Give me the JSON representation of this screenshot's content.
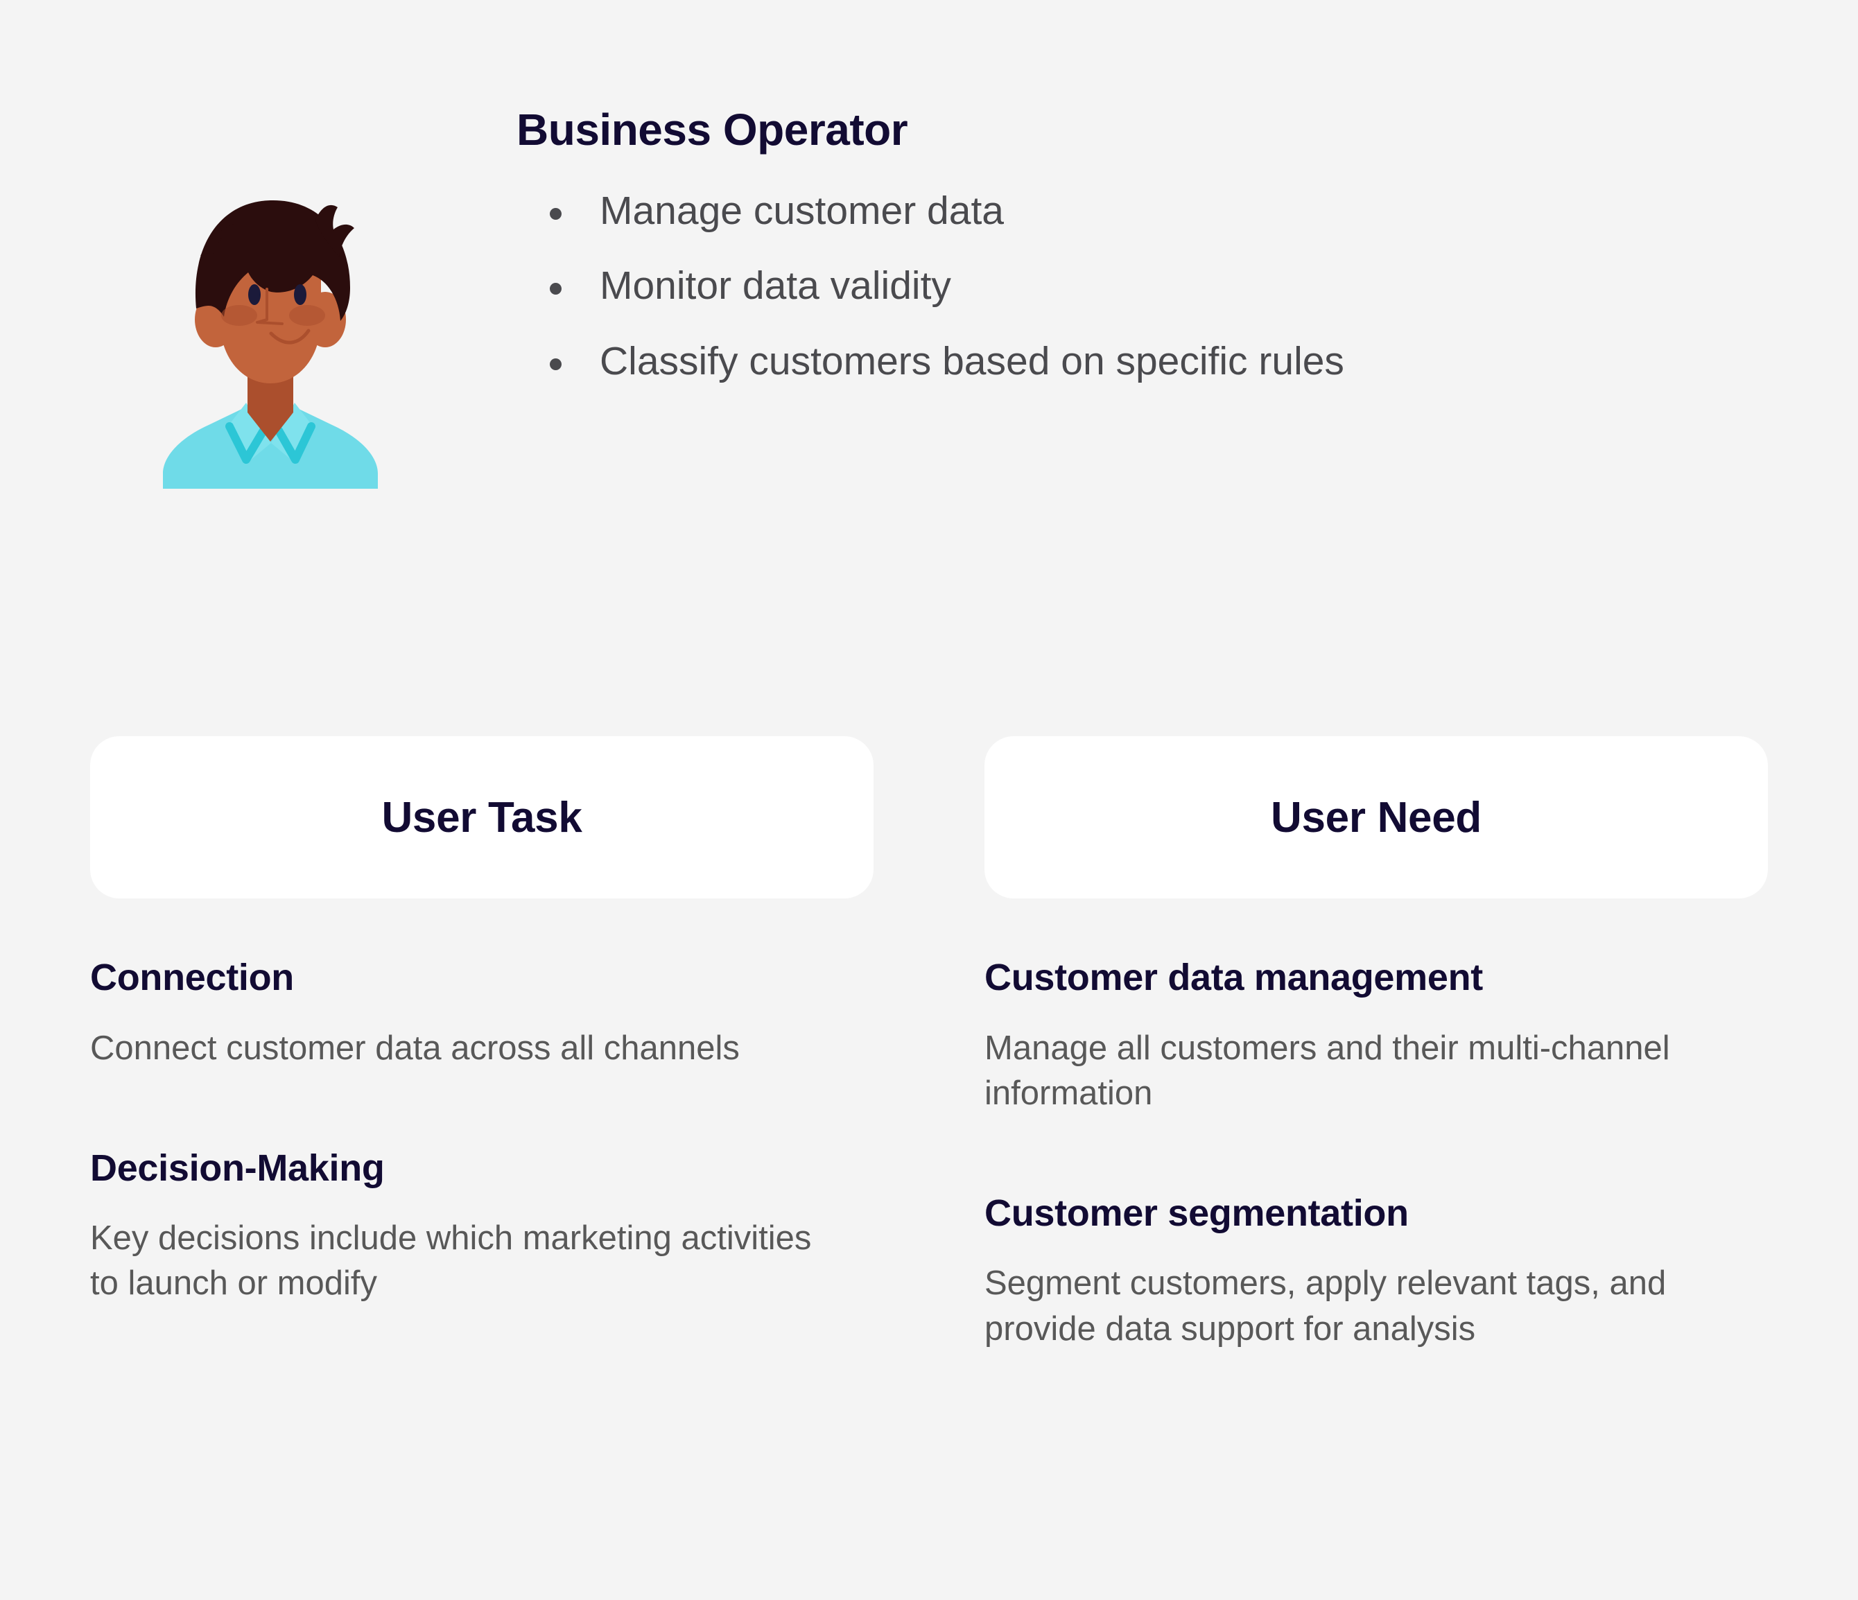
{
  "persona": {
    "title": "Business Operator",
    "avatar_icon": "person-avatar-illustration",
    "responsibilities": [
      "Manage customer data",
      "Monitor data validity",
      "Classify customers based on specific rules"
    ]
  },
  "columns": [
    {
      "header": "User Task",
      "entries": [
        {
          "title": "Connection",
          "description": "Connect customer data across all channels"
        },
        {
          "title": "Decision-Making",
          "description": "Key decisions include which marketing activities to launch or modify"
        }
      ]
    },
    {
      "header": "User Need",
      "entries": [
        {
          "title": "Customer data management",
          "description": "Manage all customers and their multi-channel information"
        },
        {
          "title": "Customer segmentation",
          "description": "Segment customers, apply relevant tags, and provide data support for analysis"
        }
      ]
    }
  ],
  "colors": {
    "background": "#f4f4f4",
    "card": "#ffffff",
    "heading": "#120b33",
    "body_text": "#585858",
    "bullet_text": "#4a4a4e",
    "shirt": "#6fdbe8",
    "shirt_shadow": "#2cc6d6",
    "skin": "#c2643c",
    "skin_shadow": "#ab4f2d",
    "hair": "#2b0d0d",
    "eye": "#1b1a3a"
  }
}
